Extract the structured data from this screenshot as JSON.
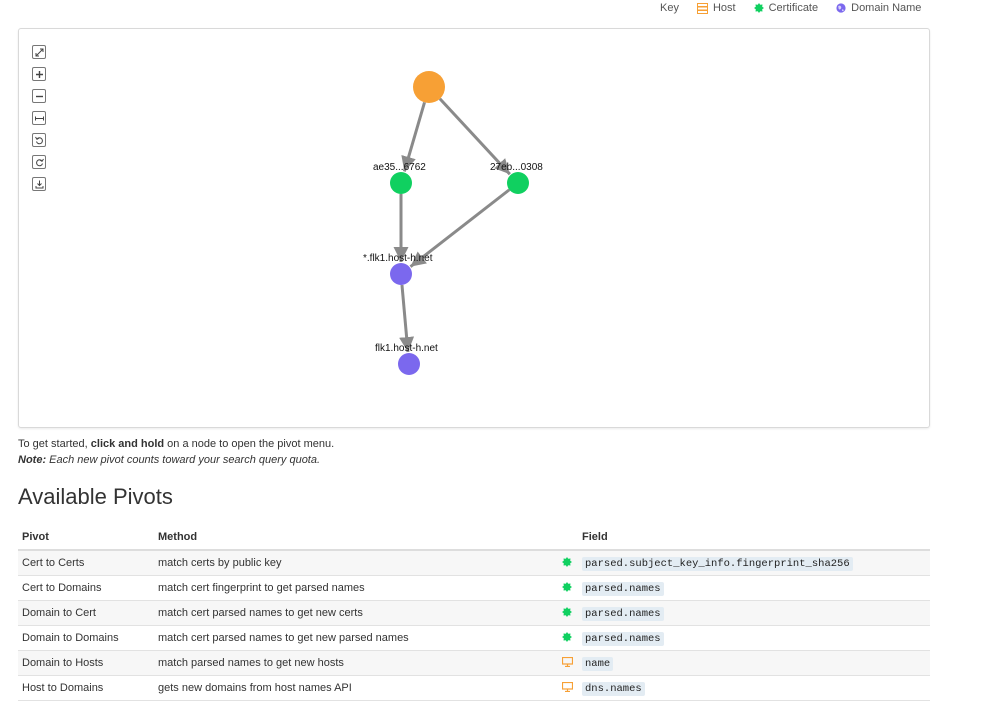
{
  "key": {
    "title": "Key",
    "items": [
      {
        "label": "Host",
        "icon": "host-icon",
        "color": "#f7a035"
      },
      {
        "label": "Certificate",
        "icon": "certificate-icon",
        "color": "#10d060"
      },
      {
        "label": "Domain Name",
        "icon": "domain-name-icon",
        "color": "#7b68ee"
      }
    ]
  },
  "graph": {
    "controls": [
      "fit-icon",
      "zoom-in-icon",
      "zoom-out-icon",
      "expand-horizontal-icon",
      "rotate-left-icon",
      "rotate-right-icon",
      "download-icon"
    ],
    "nodes": [
      {
        "id": "host",
        "type": "host",
        "label": ""
      },
      {
        "id": "cert1",
        "type": "certificate",
        "label": "ae35...6762"
      },
      {
        "id": "cert2",
        "type": "certificate",
        "label": "27eb...0308"
      },
      {
        "id": "dom1",
        "type": "domain",
        "label": "*.flk1.host-h.net"
      },
      {
        "id": "dom2",
        "type": "domain",
        "label": "flk1.host-h.net"
      }
    ],
    "edges": [
      [
        "host",
        "cert1"
      ],
      [
        "host",
        "cert2"
      ],
      [
        "cert1",
        "dom1"
      ],
      [
        "cert2",
        "dom1"
      ],
      [
        "dom1",
        "dom2"
      ]
    ]
  },
  "intro": {
    "prefix": "To get started, ",
    "bold": "click and hold",
    "suffix": " on a node to open the pivot menu.",
    "note_label": "Note:",
    "note_text": " Each new pivot counts toward your search query quota."
  },
  "pivots": {
    "title": "Available Pivots",
    "headers": {
      "pivot": "Pivot",
      "method": "Method",
      "field": "Field"
    },
    "rows": [
      {
        "pivot": "Cert to Certs",
        "method": "match certs by public key",
        "icon": "certificate-icon",
        "field": "parsed.subject_key_info.fingerprint_sha256"
      },
      {
        "pivot": "Cert to Domains",
        "method": "match cert fingerprint to get parsed names",
        "icon": "certificate-icon",
        "field": "parsed.names"
      },
      {
        "pivot": "Domain to Cert",
        "method": "match cert parsed names to get new certs",
        "icon": "certificate-icon",
        "field": "parsed.names"
      },
      {
        "pivot": "Domain to Domains",
        "method": "match cert parsed names to get new parsed names",
        "icon": "certificate-icon",
        "field": "parsed.names"
      },
      {
        "pivot": "Domain to Hosts",
        "method": "match parsed names to get new hosts",
        "icon": "host-icon",
        "field": "name"
      },
      {
        "pivot": "Host to Domains",
        "method": "gets new domains from host names API",
        "icon": "host-icon",
        "field": "dns.names"
      }
    ]
  },
  "colors": {
    "host": "#f7a035",
    "certificate": "#10d060",
    "domain": "#7b68ee",
    "edge": "#8a8a8a"
  }
}
